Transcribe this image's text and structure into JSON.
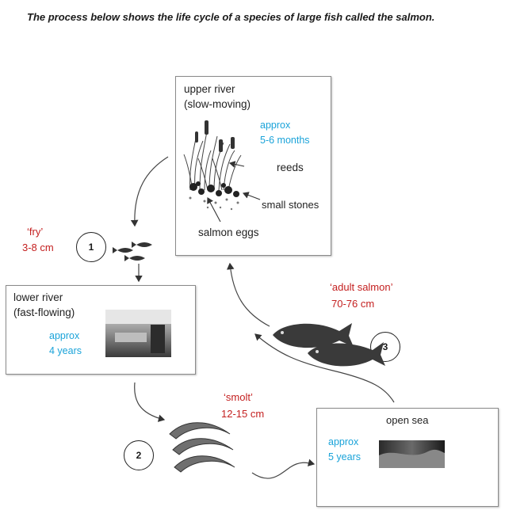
{
  "title": "The process below shows the life cycle of a species of large fish called the salmon.",
  "stages": {
    "upper": {
      "heading_1": "upper river",
      "heading_2": "(slow-moving)",
      "duration_1": "approx",
      "duration_2": "5-6 months",
      "reeds": "reeds",
      "stones": "small stones",
      "eggs": "salmon eggs"
    },
    "lower": {
      "heading_1": "lower river",
      "heading_2": "(fast-flowing)",
      "duration_1": "approx",
      "duration_2": "4 years"
    },
    "sea": {
      "heading": "open sea",
      "duration_1": "approx",
      "duration_2": "5 years"
    }
  },
  "phases": {
    "fry": {
      "name": "‘fry’",
      "size": "3-8 cm",
      "number": "1"
    },
    "smolt": {
      "name": "‘smolt’",
      "size": "12-15 cm",
      "number": "2"
    },
    "adult": {
      "name": "‘adult salmon’",
      "size": "70-76 cm",
      "number": "3"
    }
  },
  "colors": {
    "duration": "#1aa3d9",
    "phase": "#c42020",
    "border": "#8a8a8a"
  },
  "icons": [
    "reeds-icon",
    "eggs-icon",
    "fry-fish-icon",
    "smolt-fish-icon",
    "adult-salmon-icon",
    "river-photo",
    "sea-photo"
  ]
}
